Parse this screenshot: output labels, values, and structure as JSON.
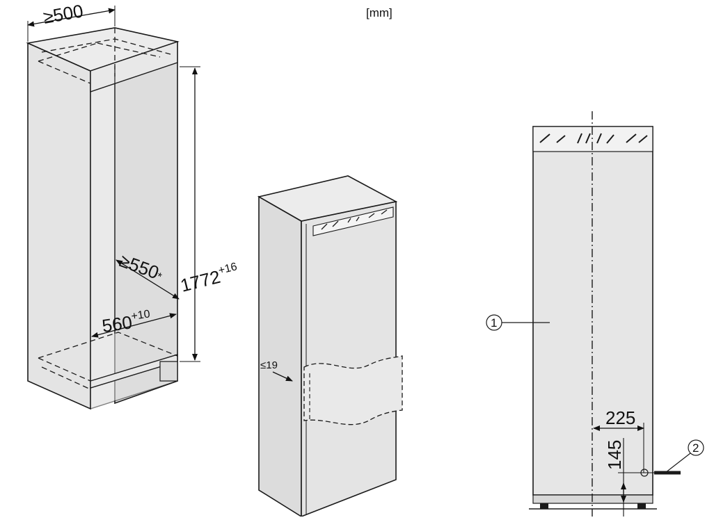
{
  "units_label": "[mm]",
  "niche": {
    "depth_label": "≥500",
    "inner_depth_label": "≥550",
    "inner_depth_note": "*",
    "width_label": "560",
    "width_tolerance": "+10",
    "height_label": "1772",
    "height_tolerance": "+16"
  },
  "appliance": {
    "door_gap_label": "≤19"
  },
  "front_view": {
    "horizontal_offset_label": "225",
    "vertical_offset_label": "145",
    "callout_1": "1",
    "callout_2": "2"
  },
  "colors": {
    "panel_fill": "#e6e6e6",
    "line": "#1a1a1a"
  }
}
